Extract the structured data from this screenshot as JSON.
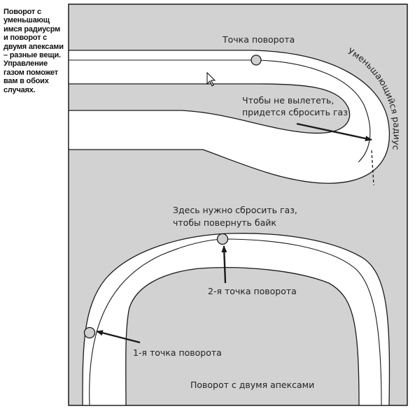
{
  "caption": "Поворот с уменьшающ имся радиусрм и поворот с двумя апексами – разные вещи. Управление газом поможет вам в обоих случаях.",
  "top_diagram": {
    "turn_point_label": "Точка поворота",
    "decreasing_radius_label": "Уменьшающийся радиус",
    "throttle_note_line1": "Чтобы не вылететь,",
    "throttle_note_line2": "придется сбросить газ"
  },
  "bottom_diagram": {
    "throttle_note_line1": "Здесь нужно сбросить газ,",
    "throttle_note_line2": "чтобы повернуть байк",
    "second_turn_point_label": "2-я точка поворота",
    "first_turn_point_label": "1-я точка поворота",
    "title": "Поворот с двумя апексами"
  },
  "colors": {
    "panel_fill": "#d2d2d2",
    "road_fill": "#ffffff",
    "line": "#1a1a1a",
    "marker_fill": "#cfcfcf"
  }
}
